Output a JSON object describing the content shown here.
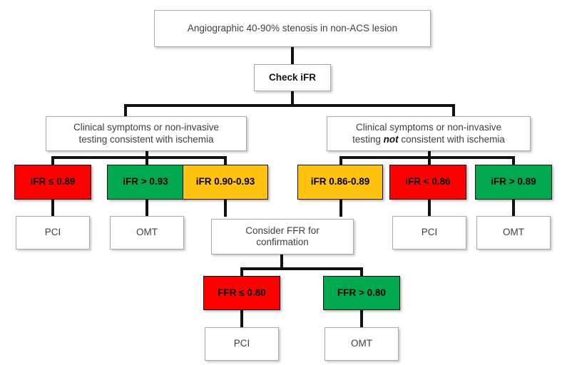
{
  "diagram": {
    "title_node": {
      "label": "Angiographic 40-90% stenosis in non-ACS lesion"
    },
    "check_node": {
      "label": "Check iFR"
    },
    "branches": {
      "left_condition": {
        "line1": "Clinical symptoms or non-invasive",
        "line2_pre": "testing consistent with ischemia",
        "emphasis": "",
        "line2_post": ""
      },
      "right_condition": {
        "line1": "Clinical symptoms or non-invasive",
        "line2_pre": "testing ",
        "emphasis": "not",
        "line2_post": " consistent with ischemia"
      }
    },
    "ifr_left": [
      {
        "label": "iFR ≤ 0.89",
        "color": "#ff0000",
        "severity": "red"
      },
      {
        "label": "iFR > 0.93",
        "color": "#00a84f",
        "severity": "green"
      },
      {
        "label": "iFR 0.90-0.93",
        "color": "#ffc20e",
        "severity": "amber"
      }
    ],
    "ifr_right": [
      {
        "label": "iFR 0.86-0.89",
        "color": "#ffc20e",
        "severity": "amber"
      },
      {
        "label": "iFR < 0.86",
        "color": "#ff0000",
        "severity": "red"
      },
      {
        "label": "iFR > 0.89",
        "color": "#00a84f",
        "severity": "green"
      }
    ],
    "outcomes_row1": [
      {
        "label": "PCI"
      },
      {
        "label": "OMT"
      },
      {
        "label": "PCI"
      },
      {
        "label": "OMT"
      }
    ],
    "ffr_node": {
      "line1": "Consider FFR for",
      "line2": "confirmation"
    },
    "ffr_thresholds": [
      {
        "label": "FFR ≤ 0.80",
        "color": "#ff0000",
        "severity": "red"
      },
      {
        "label": "FFR > 0.80",
        "color": "#00a84f",
        "severity": "green"
      }
    ],
    "outcomes_row2": [
      {
        "label": "PCI"
      },
      {
        "label": "OMT"
      }
    ]
  }
}
